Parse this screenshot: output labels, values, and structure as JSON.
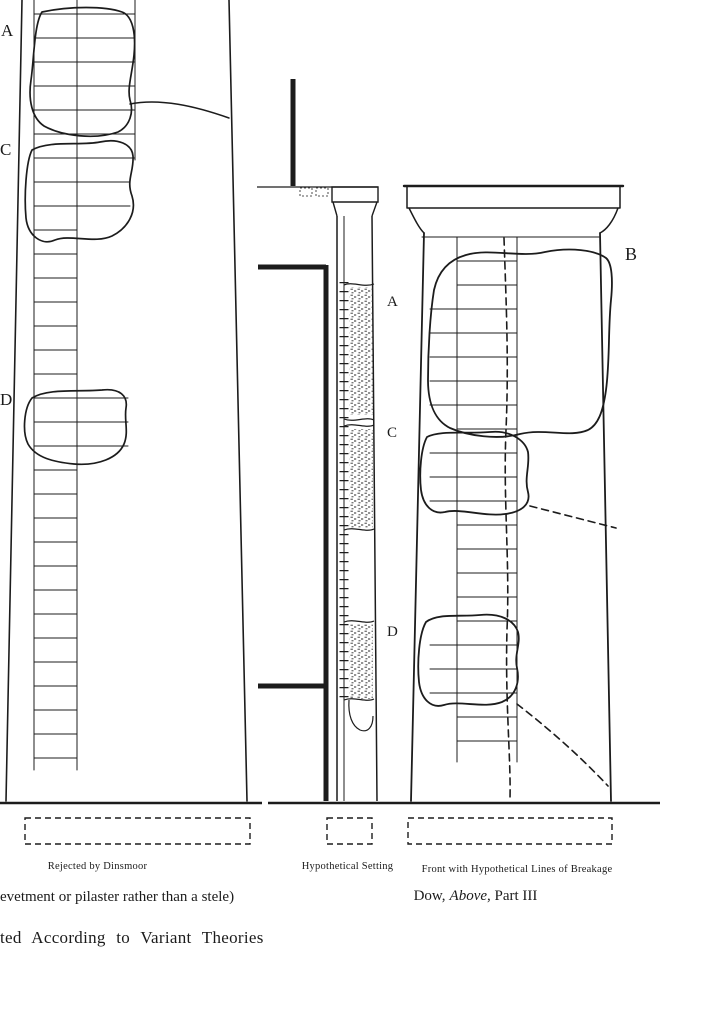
{
  "plate": {
    "left_figure": {
      "labels": {
        "a": "A",
        "c": "C",
        "d": "D"
      },
      "caption": "Rejected by Dinsmoor",
      "note": "evetment or pilaster rather than a stele)"
    },
    "middle_figure": {
      "labels": {
        "a": "A",
        "c": "C",
        "d": "D"
      },
      "caption": "Hypothetical Setting"
    },
    "right_figure": {
      "labels": {
        "b": "B"
      },
      "caption": "Front with Hypothetical Lines of Breakage",
      "credit": {
        "prefix": "Dow,",
        "italic": "Above",
        "suffix": ", Part III"
      }
    },
    "footer": "ted According to Variant Theories"
  }
}
